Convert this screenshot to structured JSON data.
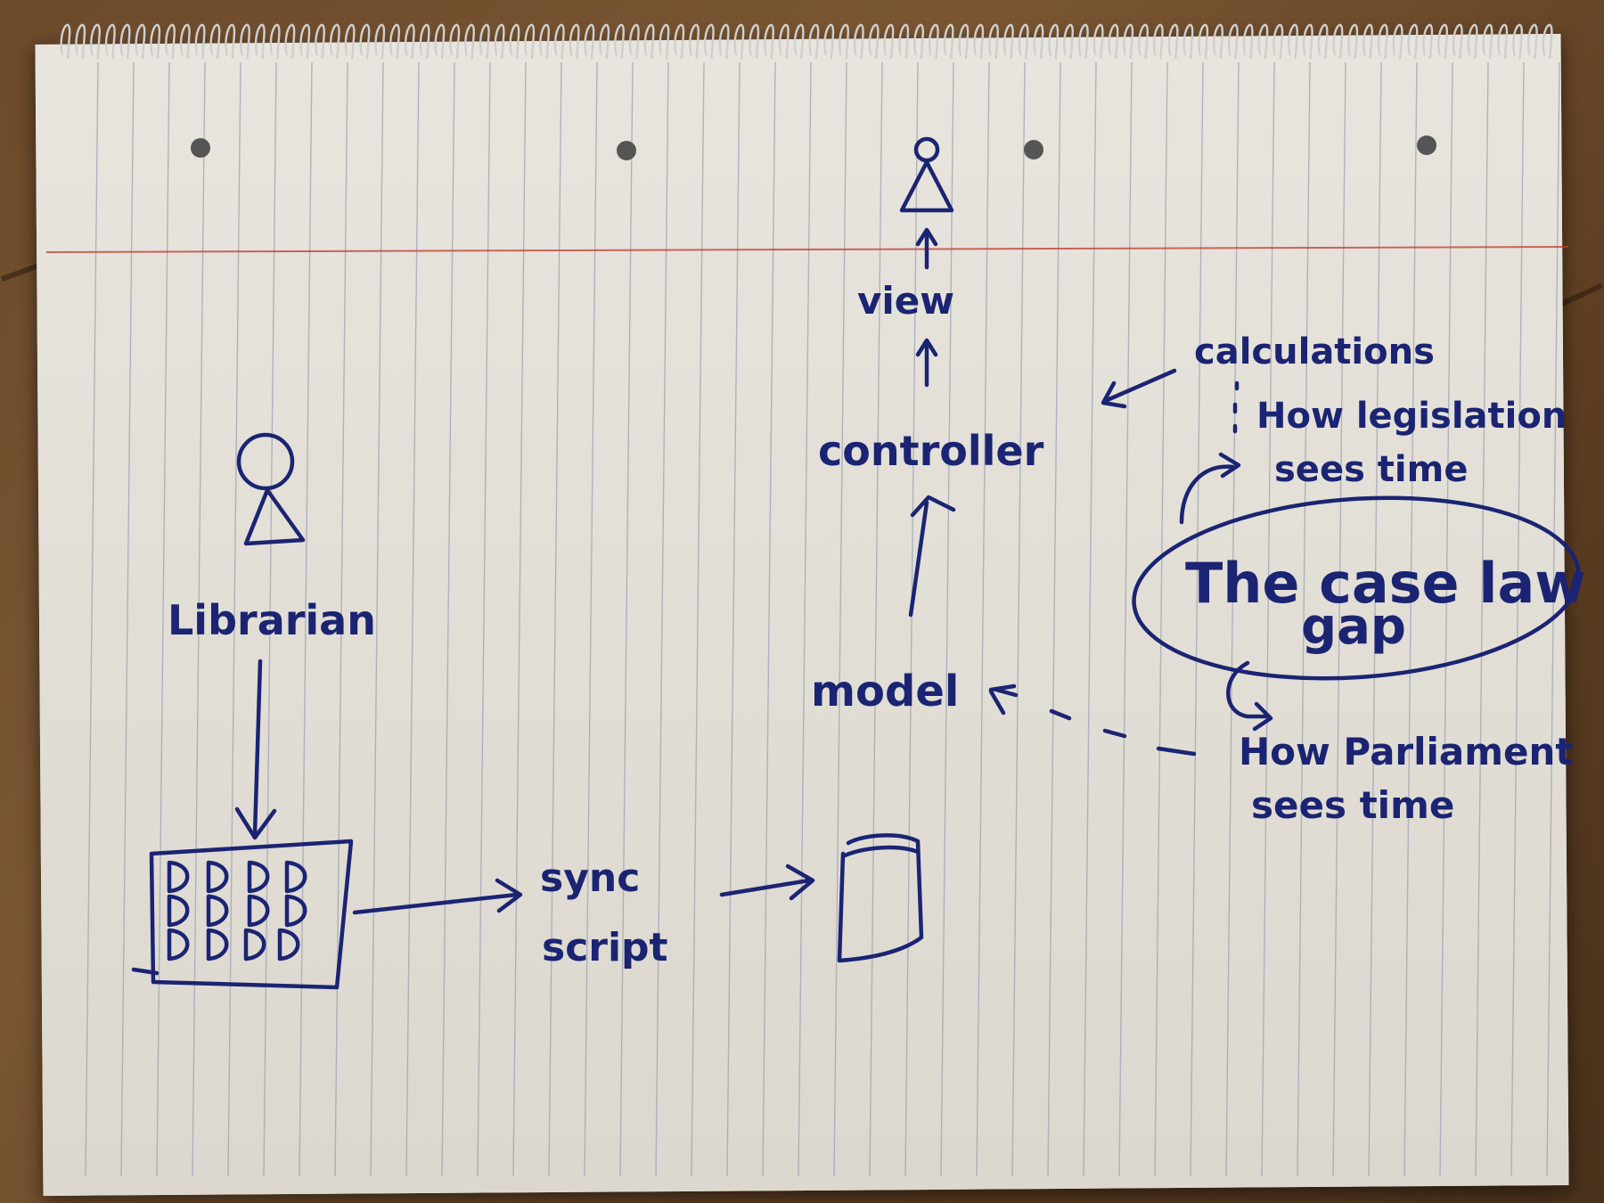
{
  "labels": {
    "view": "view",
    "controller": "controller",
    "model": "model",
    "librarian": "Librarian",
    "sync_script_line1": "sync",
    "sync_script_line2": "script",
    "calculations": "calculations",
    "legislation_line1": "How legislation",
    "legislation_line2": "sees time",
    "gap_line1": "The case law",
    "gap_line2": "gap",
    "parliament_line1": "How Parliament",
    "parliament_line2": "sees time"
  },
  "colors": {
    "ink": "#1b2472",
    "paper": "#e4e1d9",
    "rule_line": "#9a9fb0",
    "margin_line": "#c0392b",
    "desk": "#6b4a2b"
  }
}
